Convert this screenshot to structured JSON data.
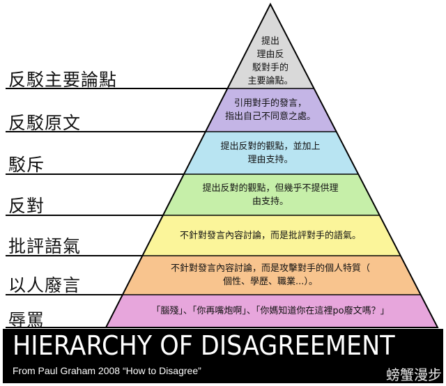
{
  "levels": [
    {
      "label": "反駁主要論點",
      "text": "提出\n理由反\n駁對手的\n主要論點。",
      "color": "#d9d9d9"
    },
    {
      "label": "反駁原文",
      "text": "引用對手的發言，\n指出自己不同意之處。",
      "color": "#c4b5e6"
    },
    {
      "label": "駁斥",
      "text": "提出反對的觀點，並加上\n理由支持。",
      "color": "#b8e4f2"
    },
    {
      "label": "反對",
      "text": "提出反對的觀點，但幾乎不提供理\n由支持。",
      "color": "#c6efa9"
    },
    {
      "label": "批評語氣",
      "text": "不針對發言內容討論，而是批評對手的語氣。",
      "color": "#fbf59a"
    },
    {
      "label": "以人廢言",
      "text": "不針對發言內容討論，而是攻擊對手的個人特質（\n個性、學歷、職業...）。",
      "color": "#f8c48e"
    },
    {
      "label": "辱罵",
      "text": "「腦殘」、「你再嘴炮啊」、「你媽知道你在這裡po廢文嗎？」",
      "color": "#e7a6dc"
    }
  ],
  "banner": {
    "title": "HIERARCHY OF DISAGREEMENT",
    "subtitle": "From Paul Graham 2008 “How to Disagree”"
  },
  "watermark": "螃蟹漫步"
}
